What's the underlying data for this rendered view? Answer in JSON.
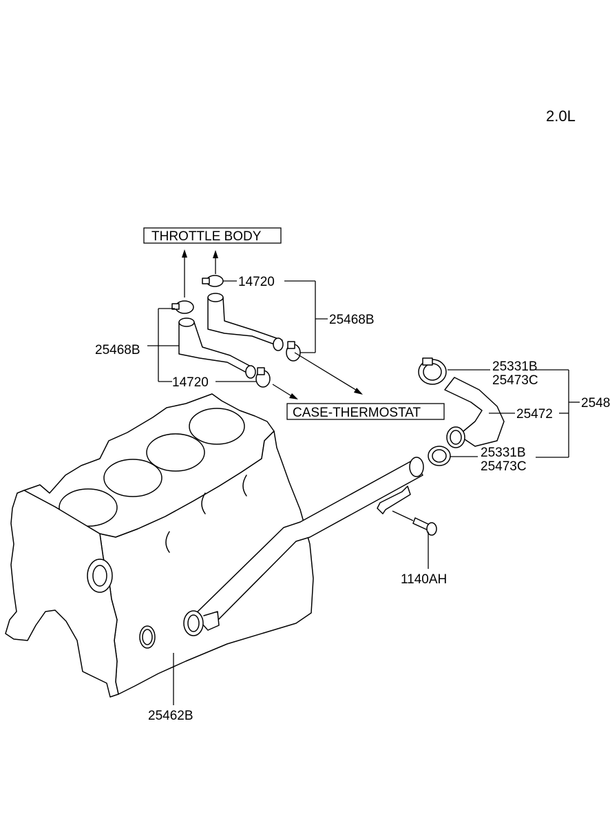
{
  "engine_variant": "2.0L",
  "references": {
    "throttle_body": "THROTTLE BODY",
    "case_thermostat": "CASE-THERMOSTAT"
  },
  "part_numbers": {
    "clamp_upper": "14720",
    "clamp_lower": "14720",
    "hose_upper": "25468B",
    "hose_lower": "25468B",
    "clamp_top_a": "25331B",
    "clamp_top_b": "25473C",
    "hose_radiator": "25472",
    "clamp_bottom_a": "25331B",
    "clamp_bottom_b": "25473C",
    "assembly_cut": "2548",
    "bolt": "1140AH",
    "pipe": "25462B"
  }
}
